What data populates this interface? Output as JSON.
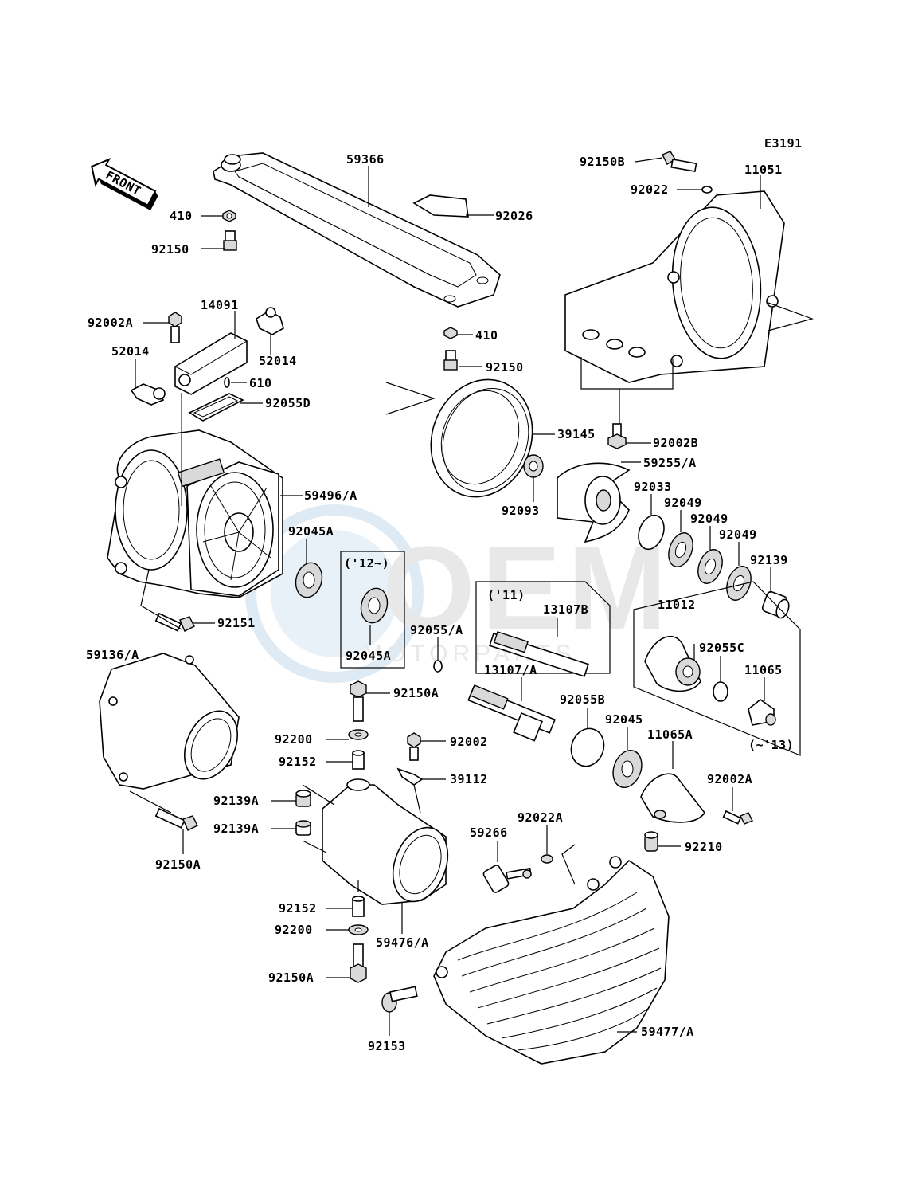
{
  "diagram_code": "E3191",
  "front_label": "FRONT",
  "watermark": {
    "brand": "OEM",
    "sub": "MOTORPARTS"
  },
  "groups": {
    "g12": "('12~)",
    "g11": "('11)",
    "g13": "(~'13)"
  },
  "labels": {
    "p59366": "59366",
    "p92150B": "92150B",
    "p11051": "11051",
    "p92022": "92022",
    "p92026": "92026",
    "p410a": "410",
    "p92150a": "92150",
    "p14091": "14091",
    "p92002Aa": "92002A",
    "p52014a": "52014",
    "p52014b": "52014",
    "p610": "610",
    "p92055D": "92055D",
    "p410b": "410",
    "p92150b": "92150",
    "p39145": "39145",
    "p92002B": "92002B",
    "p59255A": "59255/A",
    "p59496A": "59496/A",
    "p92093": "92093",
    "p92033": "92033",
    "p92049a": "92049",
    "p92049b": "92049",
    "p92049c": "92049",
    "p92045Aa": "92045A",
    "p92139": "92139",
    "p13107B": "13107B",
    "p92045Ab": "92045A",
    "p92151": "92151",
    "p92055A": "92055/A",
    "p11012": "11012",
    "p92055C": "92055C",
    "p11065": "11065",
    "p59136A": "59136/A",
    "p13107A": "13107/A",
    "p92150Aa": "92150A",
    "p92055B": "92055B",
    "p92045": "92045",
    "p11065A": "11065A",
    "p92200a": "92200",
    "p92002": "92002",
    "p92152a": "92152",
    "p39112": "39112",
    "p92002Ab": "92002A",
    "p92139Aa": "92139A",
    "p92139Ab": "92139A",
    "p92150Ab": "92150A",
    "p92022A": "92022A",
    "p59266": "59266",
    "p92210": "92210",
    "p92152b": "92152",
    "p92200b": "92200",
    "p59476A": "59476/A",
    "p92150Ac": "92150A",
    "p92153": "92153",
    "p59477A": "59477/A"
  }
}
